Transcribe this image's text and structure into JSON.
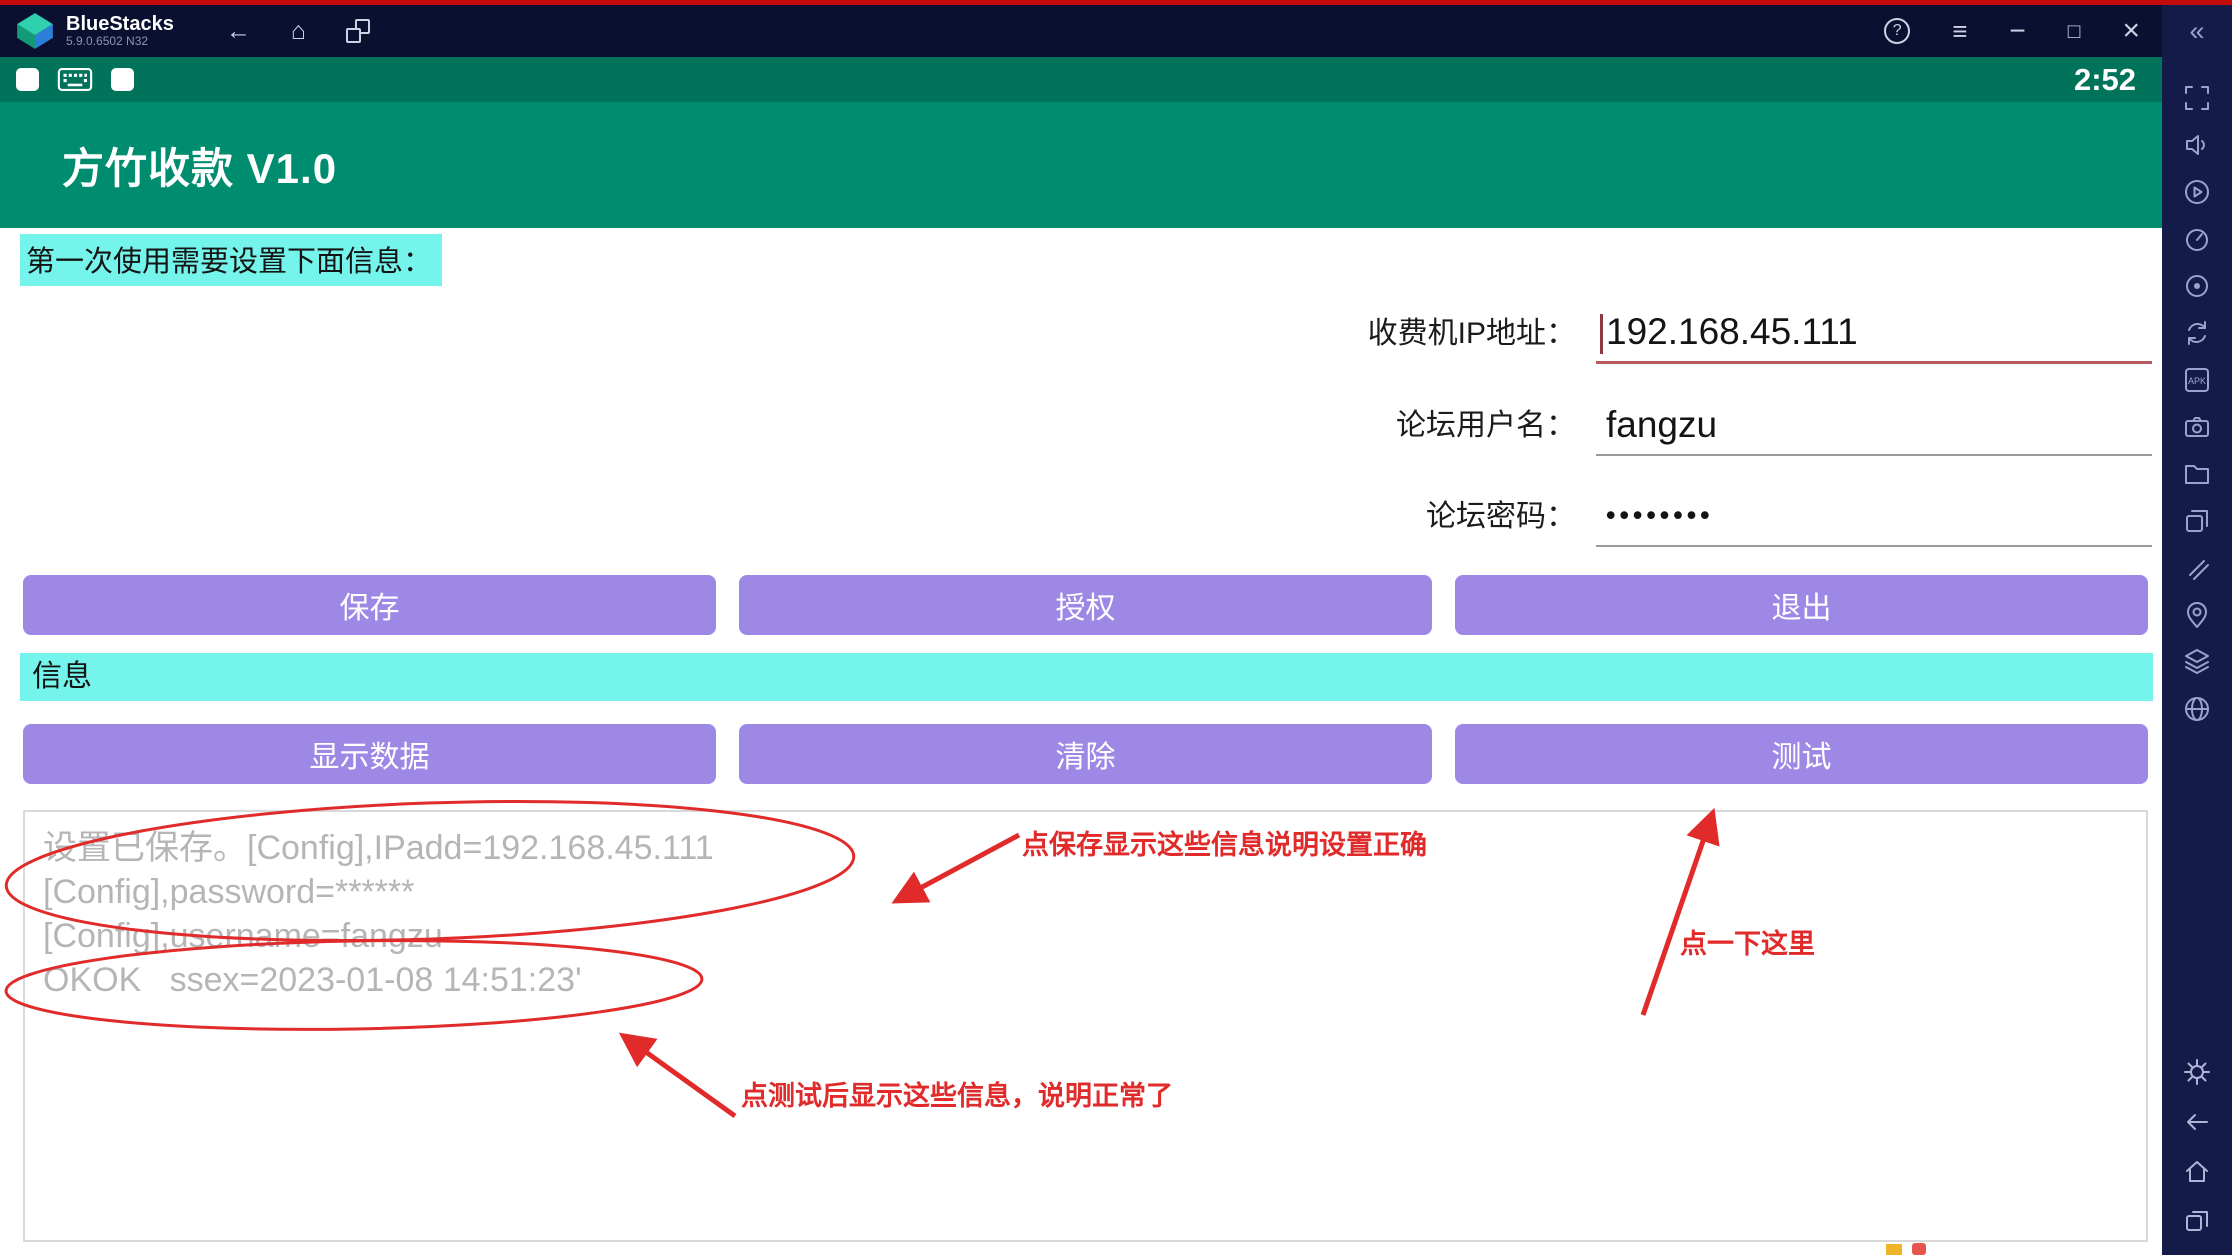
{
  "window": {
    "brand": "BlueStacks",
    "version": "5.9.0.6502 N32",
    "time": "2:52"
  },
  "titlebar": {
    "back_icon": "←",
    "home_icon": "⌂",
    "help_icon": "?",
    "menu_icon": "≡",
    "minimize_icon": "−",
    "maximize_icon": "□",
    "close_icon": "×",
    "collapse_icon": "«"
  },
  "sidebar": {
    "apk_label": "APK"
  },
  "app": {
    "title": "方竹收款 V1.0",
    "notice": "第一次使用需要设置下面信息：",
    "form": {
      "fields": [
        {
          "label": "收费机IP地址：",
          "value": "192.168.45.111"
        },
        {
          "label": "论坛用户名：",
          "value": "fangzu"
        },
        {
          "label": "论坛密码：",
          "value": "••••••••"
        }
      ]
    },
    "buttons_row1": [
      "保存",
      "授权",
      "退出"
    ],
    "info_label": "信息",
    "buttons_row2": [
      "显示数据",
      "清除",
      "测试"
    ],
    "output_lines": [
      "设置已保存。[Config],IPadd=192.168.45.111",
      "[Config],password=******",
      "[Config],username=fangzu",
      "OKOK   ssex=2023-01-08 14:51:23'"
    ]
  },
  "annotations": {
    "note_save": "点保存显示这些信息说明设置正确",
    "note_click": "点一下这里",
    "note_test": "点测试后显示这些信息，说明正常了"
  },
  "colors": {
    "titlebar_navy": "#0b1030",
    "sidebar_navy": "#151b49",
    "statusbar_teal": "#00735a",
    "header_teal": "#008c6e",
    "button_purple": "#9d88e6",
    "highlight_cyan": "#74f4eb",
    "annotation_red": "#e12b2b",
    "active_underline": "#b85b5e"
  }
}
